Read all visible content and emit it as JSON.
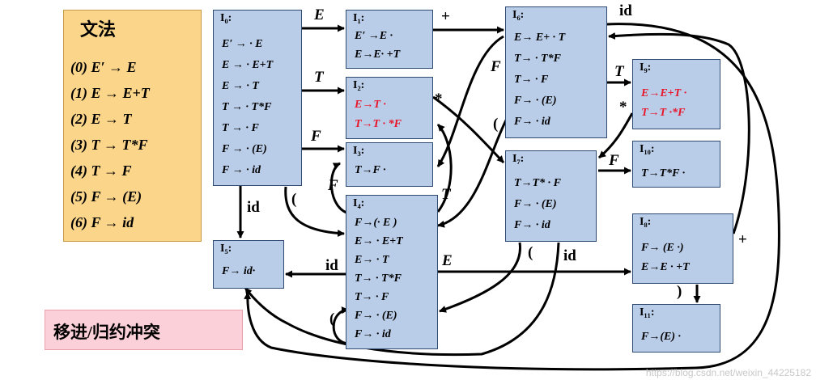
{
  "grammar": {
    "title": "文法",
    "rules": [
      "(0) E′ → E",
      "(1) E → E+T",
      "(2) E → T",
      "(3) T → T*F",
      "(4) T → F",
      "(5) F → (E)",
      "(6) F → id"
    ]
  },
  "conflict_note": "移进/归约冲突",
  "states": {
    "I0": {
      "name": "I₀:",
      "items": [
        "E′ → · E",
        "E → · E+T",
        "E → · T",
        "T → · T*F",
        "T → · F",
        "F → · (E)",
        "F → · id"
      ]
    },
    "I1": {
      "name": "I₁:",
      "items": [
        "E′ →E ·",
        "E→E· +T"
      ]
    },
    "I2": {
      "name": "I₂:",
      "items": [
        "E→T ·",
        "T→T · *F"
      ]
    },
    "I3": {
      "name": "I₃:",
      "items": [
        "T→F ·"
      ]
    },
    "I4": {
      "name": "I₄:",
      "items": [
        "F→(· E )",
        "E→ · E+T",
        "E→ · T",
        "T→ · T*F",
        "T→ · F",
        "F→ · (E)",
        "F→ · id"
      ]
    },
    "I5": {
      "name": "I₅:",
      "items": [
        "F→ id·"
      ]
    },
    "I6": {
      "name": "I₆:",
      "items": [
        "E→ E+ · T",
        "T→ · T*F",
        "T→ · F",
        "F→ · (E)",
        "F→ · id"
      ]
    },
    "I7": {
      "name": "I₇:",
      "items": [
        "T→T* · F",
        "F→ · (E)",
        "F→ · id"
      ]
    },
    "I8": {
      "name": "I₈:",
      "items": [
        "F→ (E ·)",
        "E→E · +T"
      ]
    },
    "I9": {
      "name": "I₉:",
      "items": [
        "E→E+T ·",
        "T→T ·*F"
      ]
    },
    "I10": {
      "name": "I₁₀:",
      "items": [
        "T→T*F ·"
      ]
    },
    "I11": {
      "name": "I₁₁:",
      "items": [
        "F→(E) ·"
      ]
    }
  },
  "transition_labels": {
    "i0_i1": "E",
    "i0_i2": "T",
    "i0_i3": "F",
    "i0_i4": "(",
    "i0_i5": "id",
    "i1_i6": "+",
    "i2_i7": "*",
    "i4_i2": "T",
    "i4_i3": "F",
    "i4_i4": "(",
    "i4_i5": "id",
    "i4_i8": "E",
    "i6_i3": "F",
    "i6_i4": "(",
    "i6_i5": "id",
    "i6_i9": "T",
    "i7_i10": "F",
    "i7_i4": "(",
    "i7_i5": "id",
    "i8_i6": "+",
    "i8_i11": ")",
    "i9_i7": "*"
  },
  "colors": {
    "state_fill": "#b9cde9",
    "grammar_fill": "#fad58a",
    "conflict_fill": "#fbd0d8",
    "conflict_item": "#e8162a"
  },
  "watermark": "https://blog.csdn.net/weixin_44225182"
}
